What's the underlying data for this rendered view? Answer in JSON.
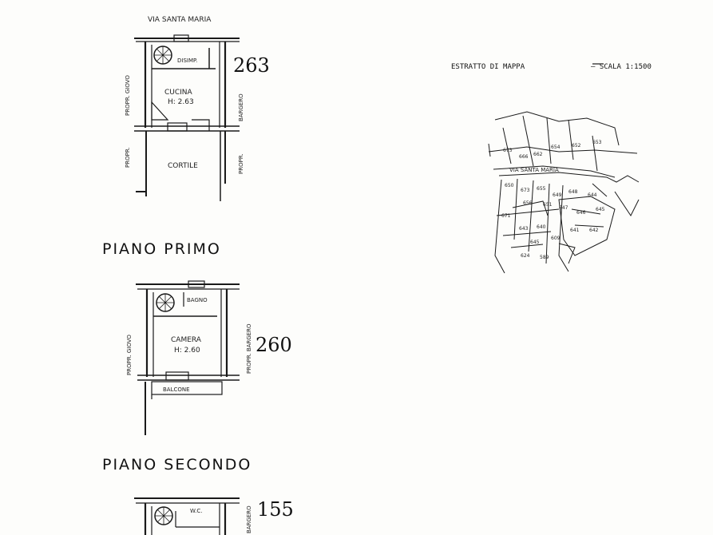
{
  "street_label": "VIA SANTA MARIA",
  "map_title": "ESTRATTO DI MAPPA",
  "map_scale": "– SCALA 1:1500",
  "plan_ground": {
    "room_disimp": "DISIMP.",
    "room_kitchen": "CUCINA",
    "kitchen_height": "H: 2.63",
    "courtyard": "CORTILE",
    "side_left_top": "PROPR. GIOVO",
    "side_right_top": "BARGERO",
    "side_left_bottom": "PROPR.",
    "side_right_bottom": "PROPR.",
    "height_note": "263"
  },
  "floor_first_label": "PIANO PRIMO",
  "plan_first": {
    "room_bath": "BAGNO",
    "room_bed": "CAMERA",
    "bed_height": "H: 2.60",
    "balcony": "BALCONE",
    "side_left": "PROPR. GIOVO",
    "side_right": "PROPR. BARGERO",
    "height_note": "260"
  },
  "floor_second_label": "PIANO SECONDO",
  "plan_second": {
    "room_wc": "W.C.",
    "side_right": "BARGERO",
    "height_note": "155"
  },
  "map_parcels": [
    "673",
    "666",
    "662",
    "654",
    "652",
    "653",
    "650",
    "673",
    "655",
    "649",
    "648",
    "644",
    "671",
    "656",
    "651",
    "647",
    "646",
    "645",
    "643",
    "640",
    "641",
    "642",
    "645",
    "609",
    "624",
    "589"
  ],
  "map_street": "VIA SANTA MARIA"
}
